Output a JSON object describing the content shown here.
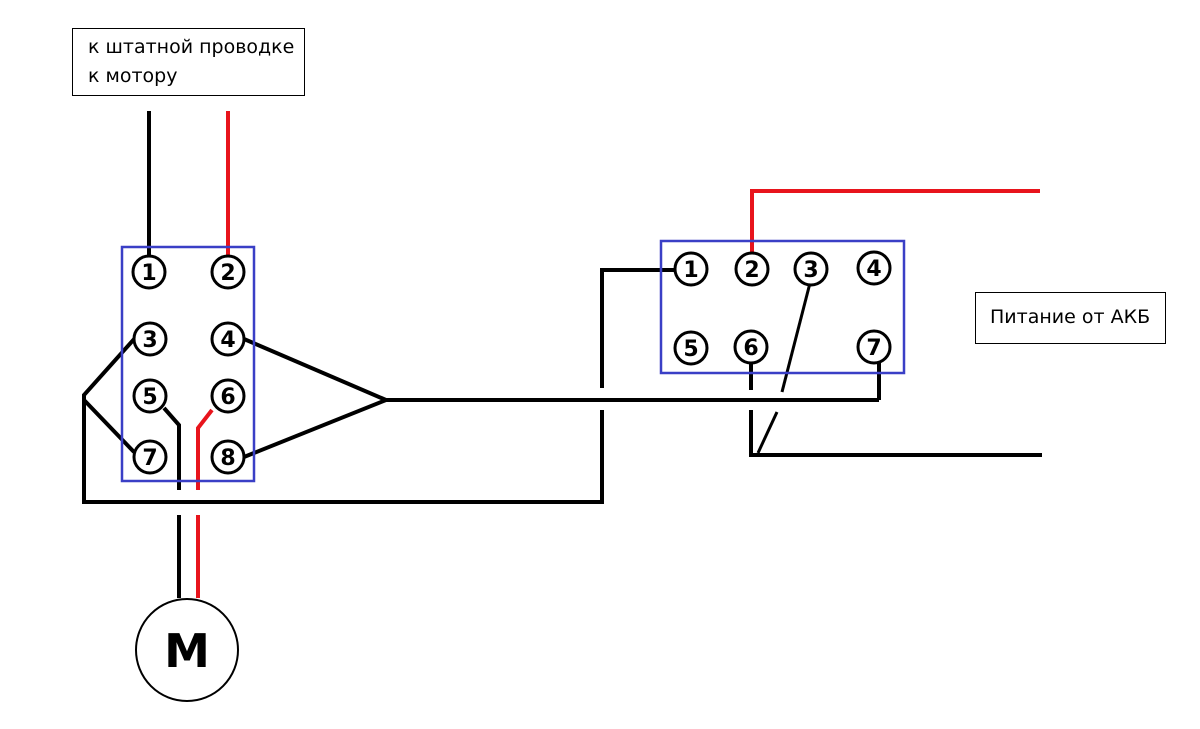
{
  "labels": {
    "wiring_line1": "к штатной проводке",
    "wiring_line2": "к мотору",
    "battery_power": "Питание от АКБ"
  },
  "motor": {
    "symbol": "M"
  },
  "relay_left": {
    "pins": [
      "1",
      "2",
      "3",
      "4",
      "5",
      "6",
      "7",
      "8"
    ]
  },
  "relay_right": {
    "pins": [
      "1",
      "2",
      "3",
      "4",
      "5",
      "6",
      "7"
    ]
  },
  "colors": {
    "wire_black": "#000000",
    "wire_red": "#e8141c",
    "relay_frame": "#3a3fc6",
    "background": "#ffffff"
  }
}
